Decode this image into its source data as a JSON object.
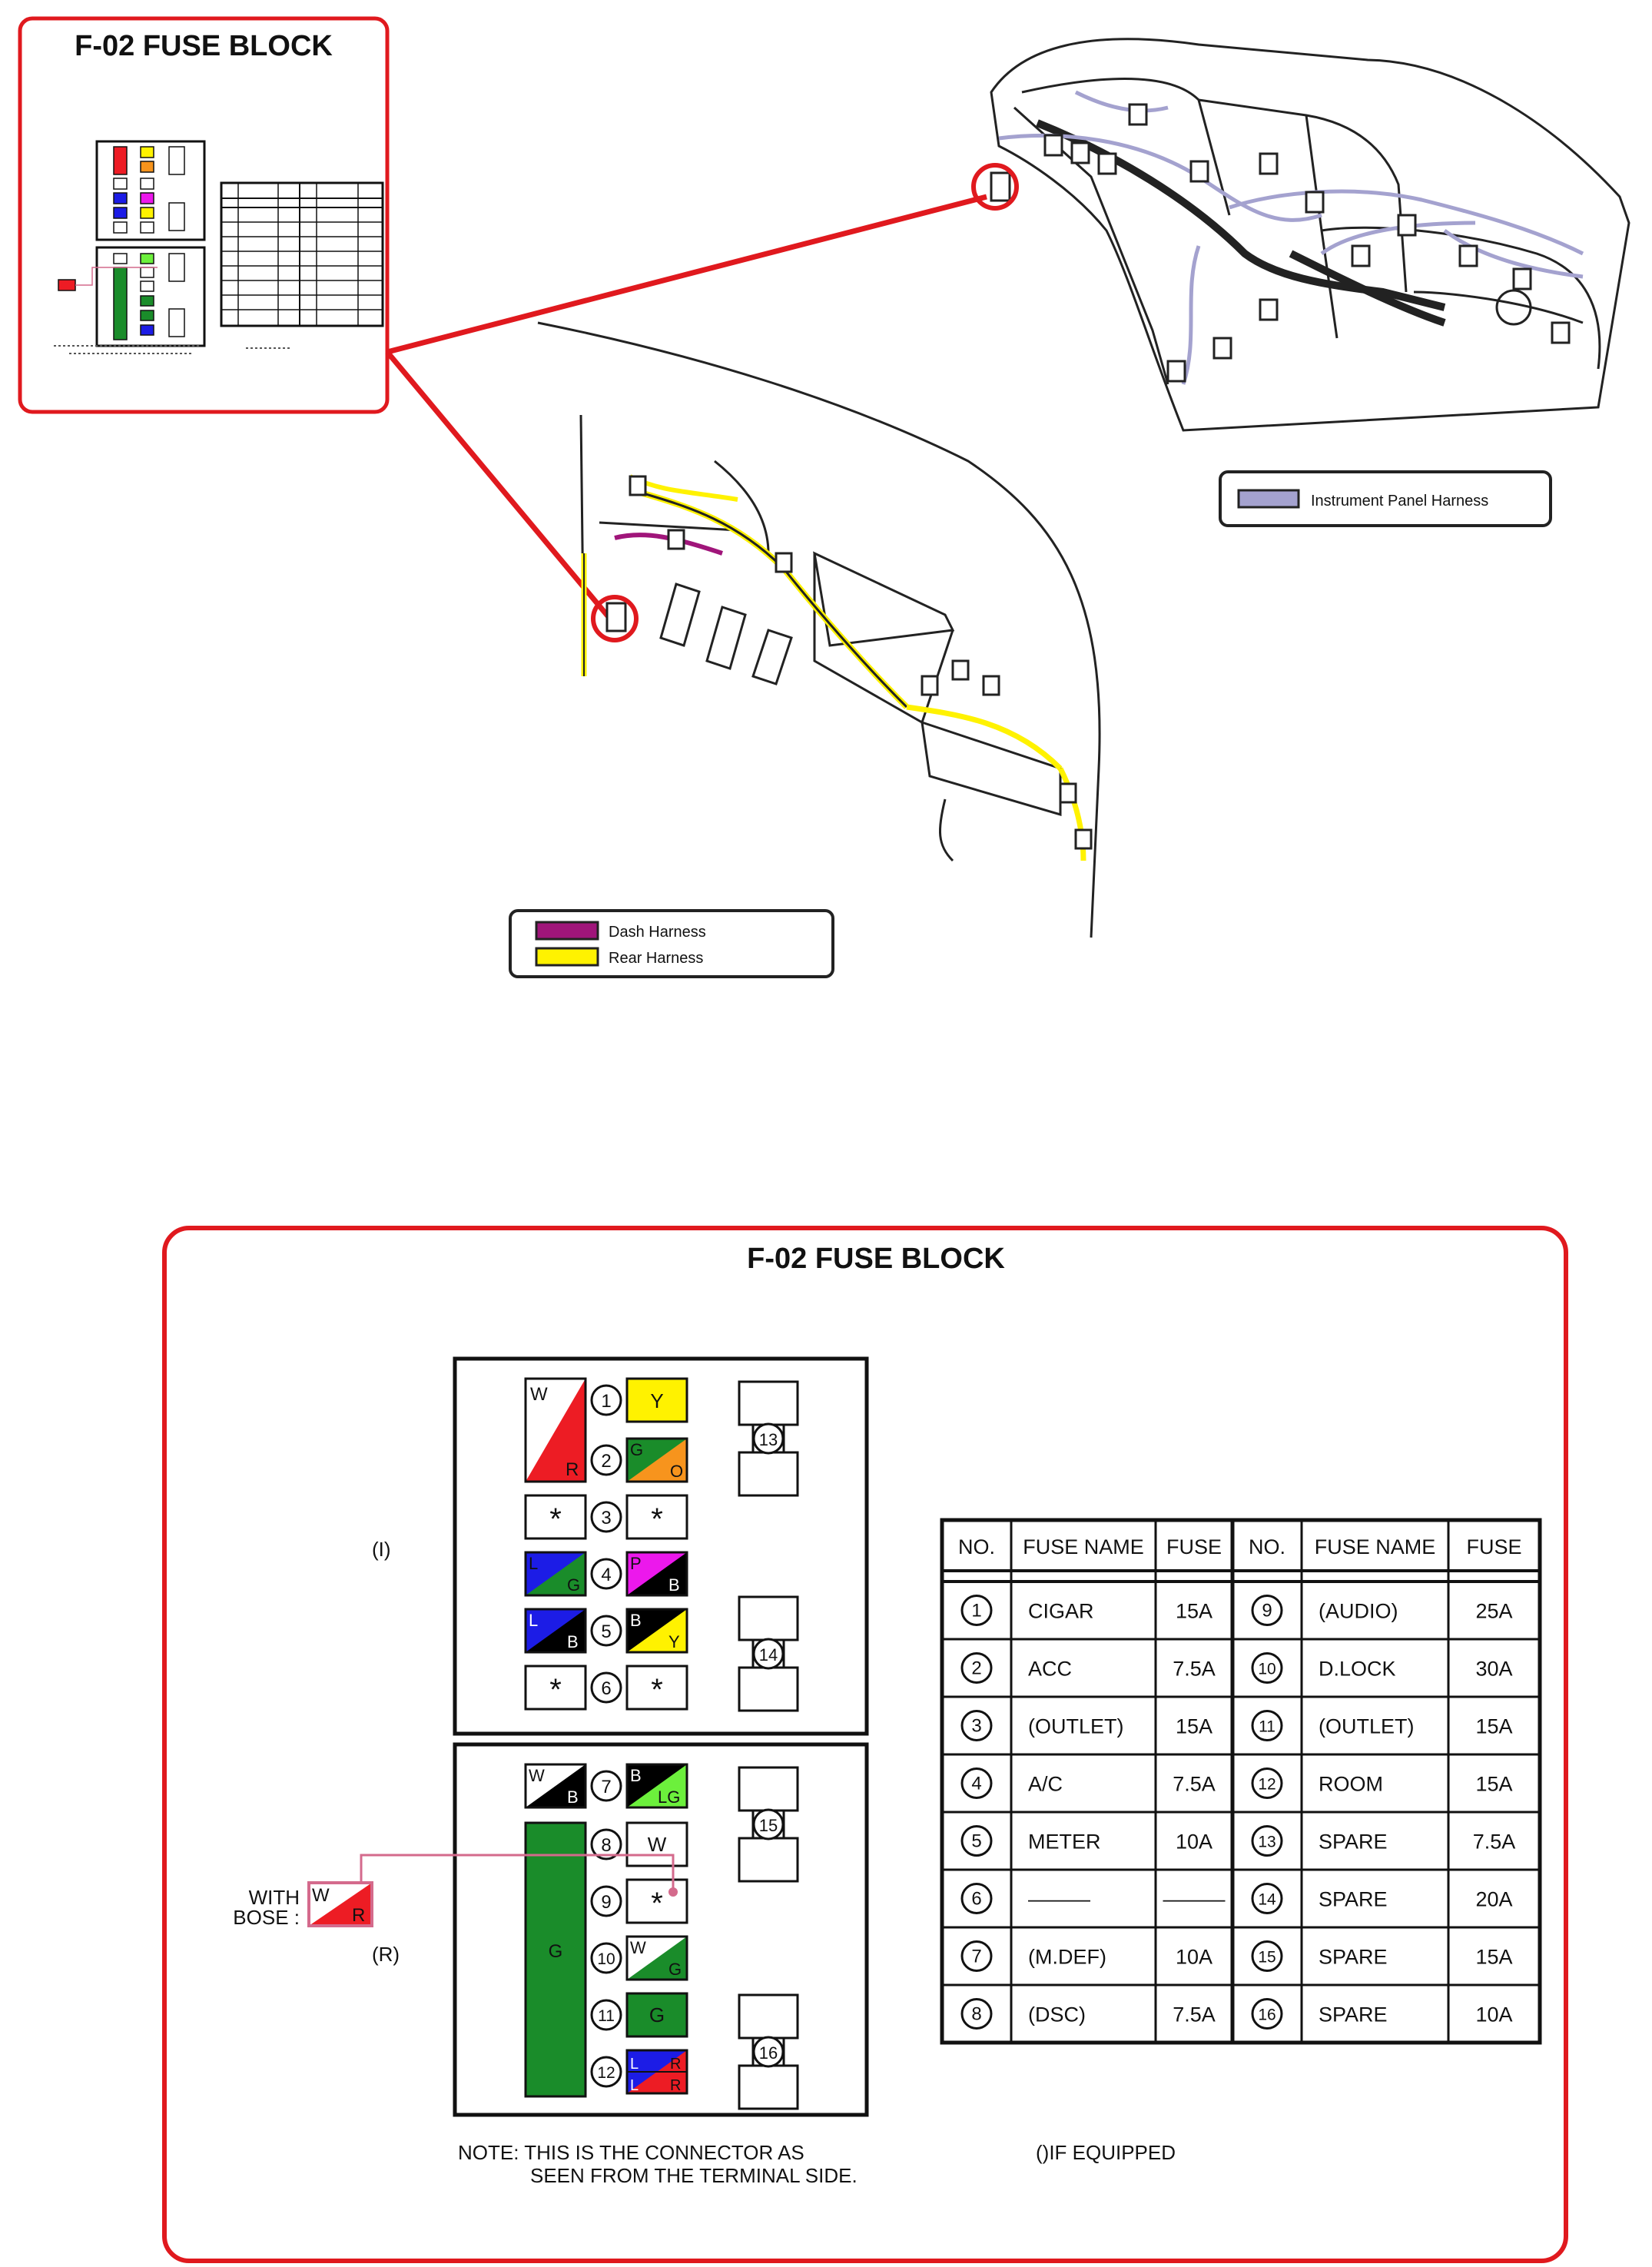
{
  "title": "F-02 FUSE BLOCK",
  "thumbnail_title": "F-02 FUSE BLOCK",
  "legend_top": {
    "swatch_color": "#a4a2cf",
    "label": "Instrument Panel Harness"
  },
  "legend_bottom": [
    {
      "swatch_color": "#a0157a",
      "label": "Dash Harness"
    },
    {
      "swatch_color": "#fff200",
      "label": "Rear Harness"
    }
  ],
  "highlight_color": "#e0191e",
  "connector_I": {
    "label": "(I)",
    "rows": [
      {
        "num": "1",
        "left": "W/R",
        "right": "Y"
      },
      {
        "num": "2",
        "left": "W/R",
        "right": "G/O"
      },
      {
        "num": "3",
        "left": "*",
        "right": "*"
      },
      {
        "num": "4",
        "left": "L/G",
        "right": "P/B"
      },
      {
        "num": "5",
        "left": "L/B",
        "right": "B/Y"
      },
      {
        "num": "6",
        "left": "*",
        "right": "*"
      }
    ],
    "relays": [
      "13",
      "14"
    ]
  },
  "connector_R": {
    "label": "(R)",
    "rows": [
      {
        "num": "7",
        "left": "W/B",
        "right": "B/LG"
      },
      {
        "num": "8",
        "left": "G",
        "right": "W"
      },
      {
        "num": "9",
        "left": "G",
        "right": "*"
      },
      {
        "num": "10",
        "left": "G",
        "right": "W/G"
      },
      {
        "num": "11",
        "left": "G",
        "right": "G"
      },
      {
        "num": "12",
        "left": "G",
        "right": "L/R"
      }
    ],
    "big_g_label": "G",
    "relays": [
      "15",
      "16"
    ]
  },
  "with_bose": {
    "label_line1": "WITH",
    "label_line2": "BOSE :",
    "top": "W",
    "bottom": "R"
  },
  "wire_labels": {
    "w": "W",
    "r": "R",
    "y": "Y",
    "g": "G",
    "o": "O",
    "star": "*",
    "l": "L",
    "p": "P",
    "b": "B",
    "lg": "LG"
  },
  "wire_colors": {
    "W": "#ffffff",
    "R": "#ed1c24",
    "Y": "#fff200",
    "G": "#1a8c2a",
    "O": "#f7941d",
    "L": "#1c1ce6",
    "P": "#ec18ec",
    "B": "#000000",
    "LG": "#6cf03c"
  },
  "note_line1": "NOTE: THIS IS THE CONNECTOR AS",
  "note_line2": "SEEN FROM THE TERMINAL SIDE.",
  "if_equipped": "()IF EQUIPPED",
  "table": {
    "headers": [
      "NO.",
      "FUSE NAME",
      "FUSE",
      "NO.",
      "FUSE NAME",
      "FUSE"
    ],
    "rows": [
      [
        "1",
        "CIGAR",
        "15A",
        "9",
        "(AUDIO)",
        "25A"
      ],
      [
        "2",
        "ACC",
        "7.5A",
        "10",
        "D.LOCK",
        "30A"
      ],
      [
        "3",
        "(OUTLET)",
        "15A",
        "11",
        "(OUTLET)",
        "15A"
      ],
      [
        "4",
        "A/C",
        "7.5A",
        "12",
        "ROOM",
        "15A"
      ],
      [
        "5",
        "METER",
        "10A",
        "13",
        "SPARE",
        "7.5A"
      ],
      [
        "6",
        "———",
        "———",
        "14",
        "SPARE",
        "20A"
      ],
      [
        "7",
        "(M.DEF)",
        "10A",
        "15",
        "SPARE",
        "15A"
      ],
      [
        "8",
        "(DSC)",
        "7.5A",
        "16",
        "SPARE",
        "10A"
      ]
    ]
  }
}
